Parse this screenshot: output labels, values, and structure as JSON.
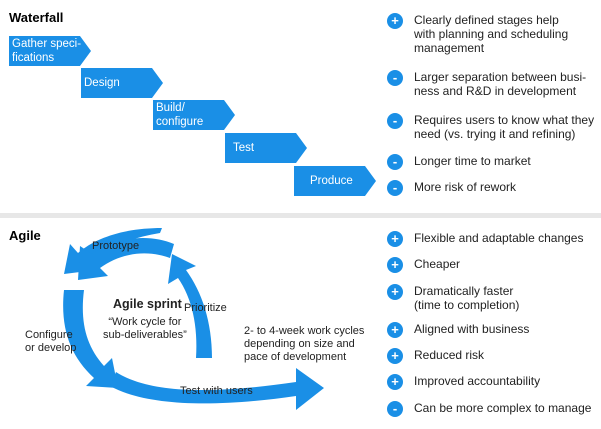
{
  "colors": {
    "accent": "#1a8fe6",
    "divider": "#e7e7e7"
  },
  "waterfall": {
    "title": "Waterfall",
    "stages": [
      {
        "label": "Gather speci-\nfications"
      },
      {
        "label": "Design"
      },
      {
        "label": "Build/\nconfigure"
      },
      {
        "label": "Test"
      },
      {
        "label": "Produce"
      }
    ],
    "points": [
      {
        "symbol": "+",
        "text": "Clearly defined stages help\nwith planning and scheduling\nmanagement"
      },
      {
        "symbol": "-",
        "text": "Larger separation between busi-\nness and R&D in development"
      },
      {
        "symbol": "-",
        "text": "Requires users to know what they\nneed (vs. trying it and refining)"
      },
      {
        "symbol": "-",
        "text": "Longer time to market"
      },
      {
        "symbol": "-",
        "text": "More risk of rework"
      }
    ]
  },
  "agile": {
    "title": "Agile",
    "cycle": {
      "prototype": "Prototype",
      "prioritize": "Prioritize",
      "configure": "Configure\nor develop",
      "test": "Test with users",
      "center_title": "Agile sprint",
      "center_sub": "“Work cycle for\nsub-deliverables”",
      "note": "2- to 4-week work cycles\ndepending on size and\npace of development"
    },
    "points": [
      {
        "symbol": "+",
        "text": "Flexible and adaptable changes"
      },
      {
        "symbol": "+",
        "text": "Cheaper"
      },
      {
        "symbol": "+",
        "text": "Dramatically faster\n(time to completion)"
      },
      {
        "symbol": "+",
        "text": "Aligned with business"
      },
      {
        "symbol": "+",
        "text": "Reduced risk"
      },
      {
        "symbol": "+",
        "text": "Improved accountability"
      },
      {
        "symbol": "-",
        "text": "Can be more complex to manage"
      }
    ]
  }
}
